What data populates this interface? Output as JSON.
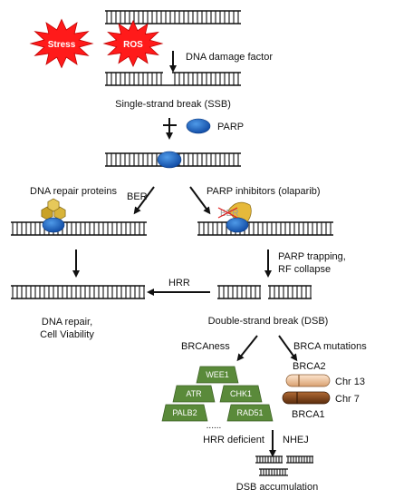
{
  "labels": {
    "stress": "Stress",
    "ros": "ROS",
    "dna_damage_factor": "DNA damage factor",
    "ssb": "Single-strand break (SSB)",
    "parp": "PARP",
    "dna_repair_proteins": "DNA repair proteins",
    "ber": "BER",
    "parp_inhibitors": "PARP inhibitors (olaparib)",
    "ber_blocked": "BER",
    "parp_trapping_1": "PARP trapping,",
    "parp_trapping_2": "RF collapse",
    "hrr": "HRR",
    "dna_repair_1": "DNA repair,",
    "dna_repair_2": "Cell Viability",
    "dsb": "Double-strand break (DSB)",
    "brcaness": "BRCAness",
    "brca_mutations": "BRCA mutations",
    "wee1": "WEE1",
    "atr": "ATR",
    "chk1": "CHK1",
    "palb2": "PALB2",
    "rad51": "RAD51",
    "ellipsis": "......",
    "hrr_deficient": "HRR deficient",
    "brca2": "BRCA2",
    "chr13": "Chr 13",
    "chr7": "Chr 7",
    "brca1": "BRCA1",
    "nhej": "NHEJ",
    "dsb_accumulation": "DSB accumulation"
  },
  "colors": {
    "burst": "#ff1a1a",
    "parp_blue": "#1565c0",
    "hexagon_gold": "#c9a227",
    "inhibitor_gold": "#e6b93a",
    "protein_green": "#5a8a3a",
    "brca2_fill": "#f2c9a0",
    "brca1_fill": "#8b4a1e",
    "arrow": "#111111"
  }
}
